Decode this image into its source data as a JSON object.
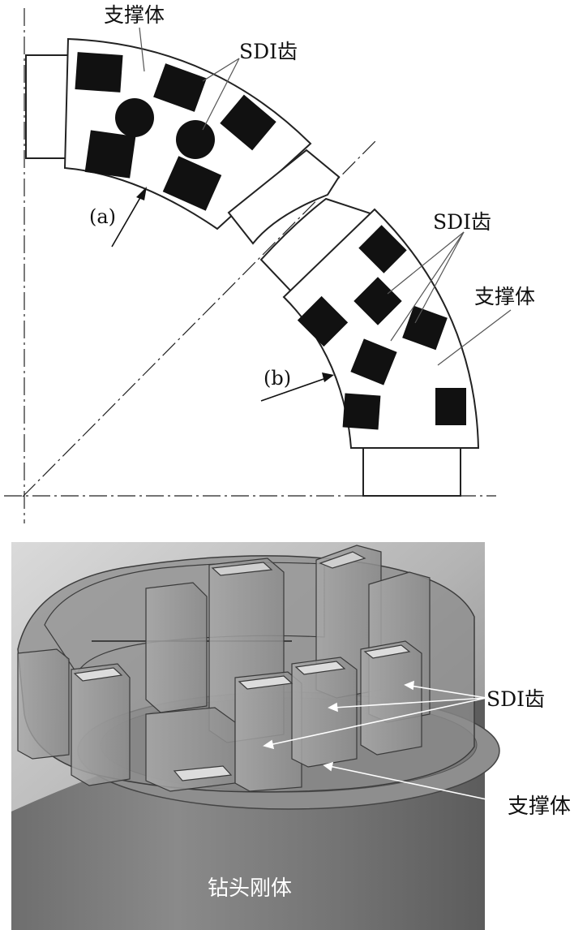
{
  "top_diagram": {
    "label_support_a": "支撑体",
    "label_sdi_a": "SDI齿",
    "label_a": "(a)",
    "label_sdi_b": "SDI齿",
    "label_support_b": "支撑体",
    "label_b": "(b)"
  },
  "bottom_render": {
    "label_sdi": "SDI齿",
    "label_support": "支撑体",
    "label_body": "钻头刚体"
  }
}
